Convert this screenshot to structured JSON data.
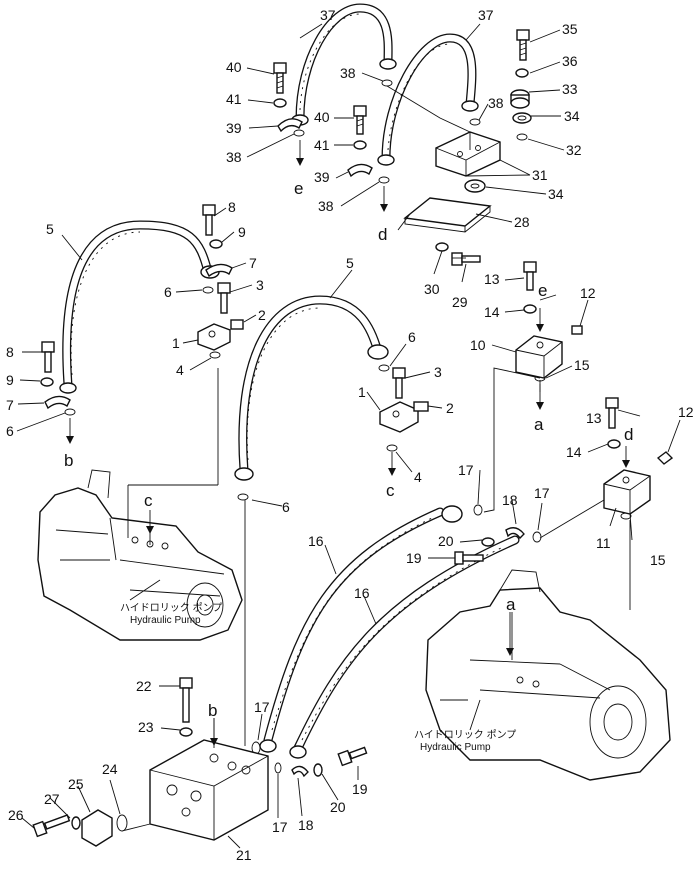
{
  "callouts": {
    "p1a": "1",
    "p1b": "1",
    "p2a": "2",
    "p2b": "2",
    "p3a": "3",
    "p3b": "3",
    "p4a": "4",
    "p4b": "4",
    "p5a": "5",
    "p5b": "5",
    "p6a": "6",
    "p6b": "6",
    "p6c": "6",
    "p6d": "6",
    "p7a": "7",
    "p7b": "7",
    "p8a": "8",
    "p8b": "8",
    "p9a": "9",
    "p9b": "9",
    "p10": "10",
    "p11": "11",
    "p12a": "12",
    "p12b": "12",
    "p13a": "13",
    "p13b": "13",
    "p14a": "14",
    "p14b": "14",
    "p15a": "15",
    "p15b": "15",
    "p16a": "16",
    "p16b": "16",
    "p17a": "17",
    "p17b": "17",
    "p17c": "17",
    "p17d": "17",
    "p18a": "18",
    "p18b": "18",
    "p19a": "19",
    "p19b": "19",
    "p20a": "20",
    "p20b": "20",
    "p21": "21",
    "p22": "22",
    "p23": "23",
    "p24": "24",
    "p25": "25",
    "p26": "26",
    "p27": "27",
    "p28": "28",
    "p29": "29",
    "p30": "30",
    "p31": "31",
    "p32": "32",
    "p33": "33",
    "p34a": "34",
    "p34b": "34",
    "p35": "35",
    "p36": "36",
    "p37a": "37",
    "p37b": "37",
    "p38a": "38",
    "p38b": "38",
    "p38c": "38",
    "p38d": "38",
    "p39a": "39",
    "p39b": "39",
    "p40a": "40",
    "p40b": "40",
    "p41a": "41",
    "p41b": "41"
  },
  "refs": {
    "a1": "a",
    "a2": "a",
    "b1": "b",
    "b2": "b",
    "c1": "c",
    "c2": "c",
    "d1": "d",
    "d2": "d",
    "e1": "e",
    "e2": "e"
  },
  "pump_labels": {
    "jp_left": "ハイドロリック ポンプ",
    "en_left": "Hydraulic Pump",
    "jp_right": "ハイドロリック ポンプ",
    "en_right": "Hydraulic Pump"
  }
}
